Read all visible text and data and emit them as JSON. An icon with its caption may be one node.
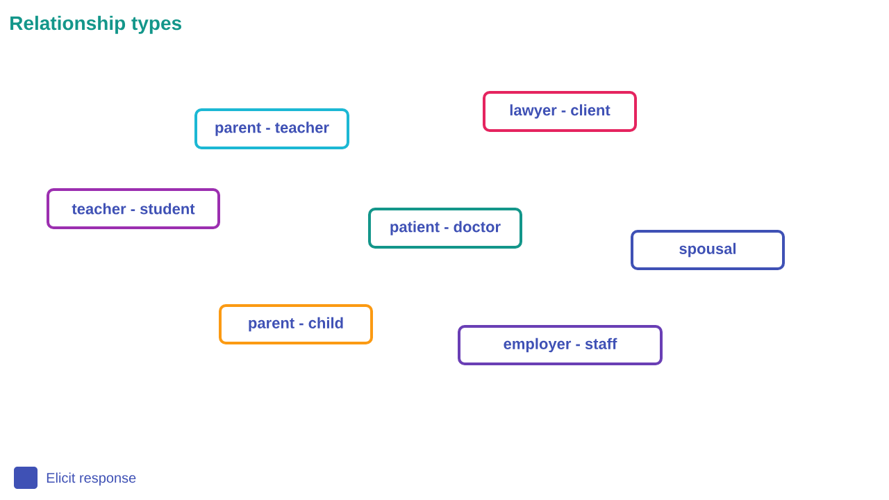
{
  "diagram": {
    "title": "Relationship types",
    "nodes": [
      {
        "text": [
          "parent - teacher"
        ]
      },
      {
        "text": [
          "lawyer - client"
        ]
      },
      {
        "text": [
          "teacher - student"
        ]
      },
      {
        "text": [
          "patient - doctor"
        ]
      },
      {
        "text": [
          "spousal"
        ]
      },
      {
        "text": [
          "parent - child"
        ]
      },
      {
        "text": [
          "employer - staff"
        ]
      }
    ],
    "edges": [],
    "legend": [
      {
        "text": "Elicit response",
        "color": "#3f51b5"
      }
    ]
  }
}
